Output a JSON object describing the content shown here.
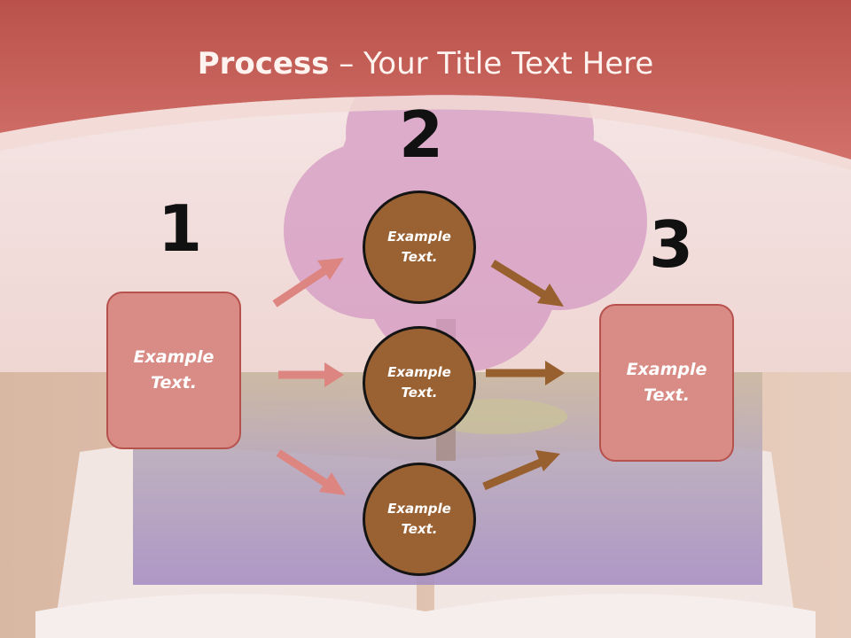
{
  "slide": {
    "title_bold": "Process",
    "title_rest": " – Your Title Text Here"
  },
  "steps": [
    {
      "number": "1",
      "text_line1": "Example",
      "text_line2": "Text."
    },
    {
      "number": "2"
    },
    {
      "number": "3",
      "text_line1": "Example",
      "text_line2": "Text."
    }
  ],
  "circles": [
    {
      "text_line1": "Example",
      "text_line2": "Text."
    },
    {
      "text_line1": "Example",
      "text_line2": "Text."
    },
    {
      "text_line1": "Example",
      "text_line2": "Text."
    }
  ],
  "colors": {
    "header_red": "#c86358",
    "box_fill": "#d98c86",
    "circle_fill": "#9a6233",
    "arrow_pink": "#dd8580",
    "arrow_brown": "#99602f"
  }
}
